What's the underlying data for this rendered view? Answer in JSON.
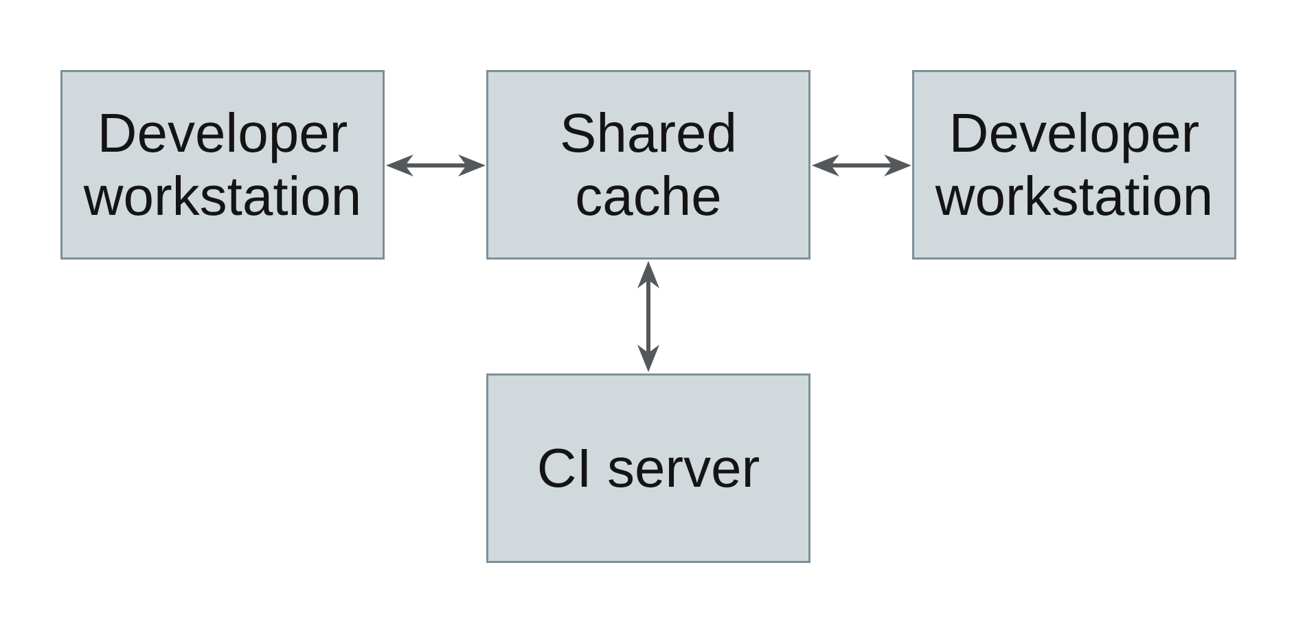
{
  "nodes": {
    "dev_left": {
      "lines": [
        "Developer",
        "workstation"
      ]
    },
    "shared_cache": {
      "lines": [
        "Shared",
        "cache"
      ]
    },
    "dev_right": {
      "lines": [
        "Developer",
        "workstation"
      ]
    },
    "ci_server": {
      "lines": [
        "CI server"
      ]
    }
  },
  "connections": [
    {
      "from": "dev_left",
      "to": "shared_cache",
      "direction": "bidirectional"
    },
    {
      "from": "shared_cache",
      "to": "dev_right",
      "direction": "bidirectional"
    },
    {
      "from": "shared_cache",
      "to": "ci_server",
      "direction": "bidirectional"
    }
  ],
  "colors": {
    "background": "#ffffff",
    "node_fill": "#d2d9dc",
    "node_border": "#7b8f99",
    "arrow": "#55585a",
    "text": "#141414"
  }
}
